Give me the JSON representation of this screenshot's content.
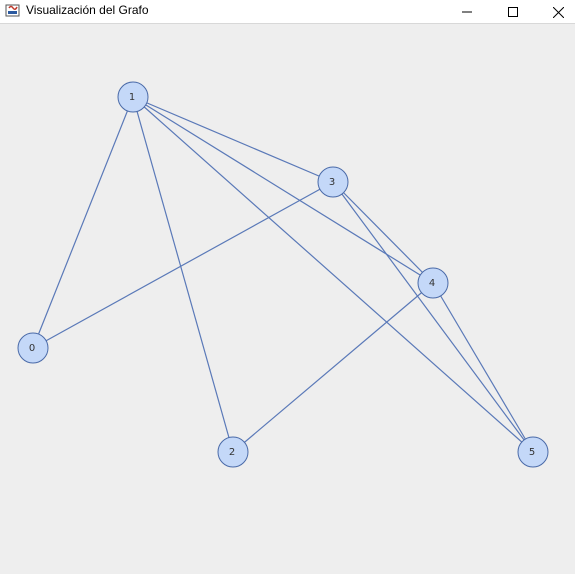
{
  "window": {
    "title": "Visualización del Grafo",
    "app_icon": "java-icon",
    "controls": {
      "minimize_icon": "minimize-icon",
      "maximize_icon": "maximize-icon",
      "close_icon": "close-icon"
    }
  },
  "colors": {
    "background": "#eeeeee",
    "node_fill": "#c4d8f8",
    "node_stroke": "#4a6aa8",
    "edge": "#5a79b8",
    "label": "#333333"
  },
  "graph": {
    "nodes": [
      {
        "id": 0,
        "label": "0"
      },
      {
        "id": 1,
        "label": "1"
      },
      {
        "id": 2,
        "label": "2"
      },
      {
        "id": 3,
        "label": "3"
      },
      {
        "id": 4,
        "label": "4"
      },
      {
        "id": 5,
        "label": "5"
      }
    ],
    "edges": [
      {
        "from": 1,
        "to": 0
      },
      {
        "from": 1,
        "to": 2
      },
      {
        "from": 1,
        "to": 3
      },
      {
        "from": 1,
        "to": 4
      },
      {
        "from": 1,
        "to": 5
      },
      {
        "from": 3,
        "to": 0
      },
      {
        "from": 3,
        "to": 4
      },
      {
        "from": 3,
        "to": 5
      },
      {
        "from": 4,
        "to": 2
      },
      {
        "from": 4,
        "to": 5
      }
    ]
  }
}
